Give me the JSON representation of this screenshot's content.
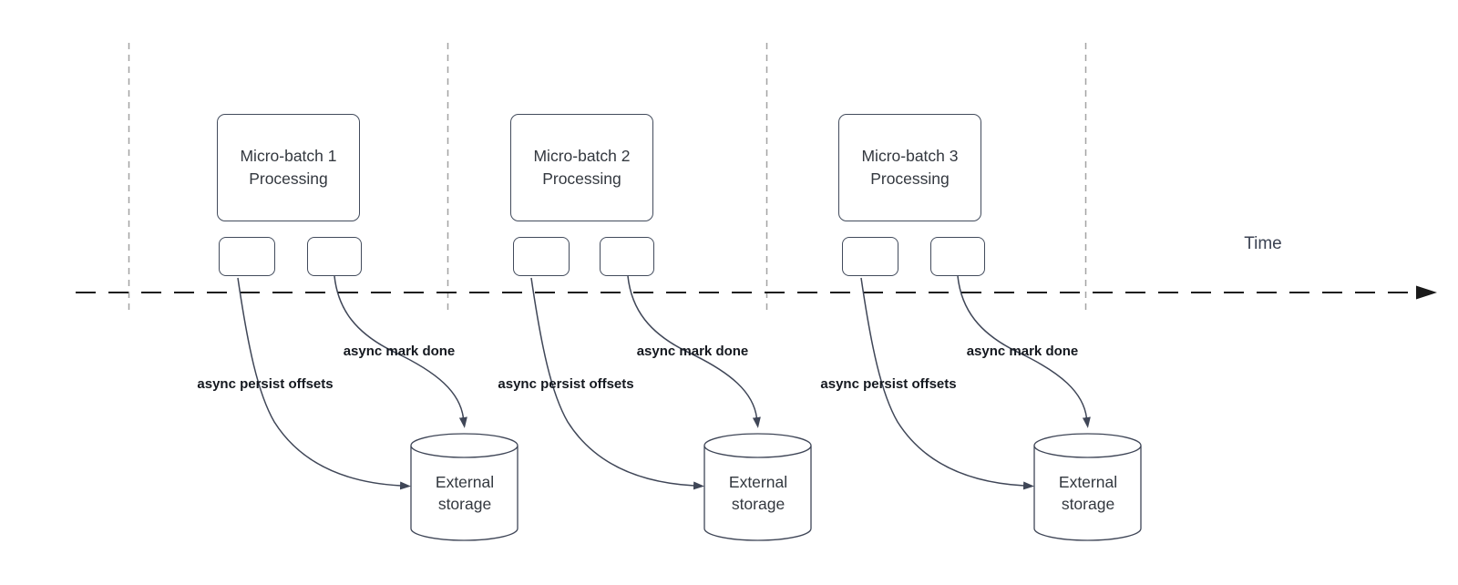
{
  "time_axis": {
    "label": "Time"
  },
  "sections": [
    {
      "batch_label": "Micro-batch 1\nProcessing",
      "persist_arrow_label": "async persist offsets",
      "mark_done_arrow_label": "async mark done",
      "storage_label": "External\nstorage"
    },
    {
      "batch_label": "Micro-batch 2\nProcessing",
      "persist_arrow_label": "async persist offsets",
      "mark_done_arrow_label": "async mark done",
      "storage_label": "External\nstorage"
    },
    {
      "batch_label": "Micro-batch 3\nProcessing",
      "persist_arrow_label": "async persist offsets",
      "mark_done_arrow_label": "async mark done",
      "storage_label": "External\nstorage"
    }
  ],
  "colors": {
    "shape_stroke": "#424b5c",
    "arrow_stroke": "#3f4657",
    "timeline_stroke": "#1a1a1a",
    "separator_stroke": "#a3a3a3",
    "shape_text": "#33383f",
    "label_text": "#14181f"
  }
}
